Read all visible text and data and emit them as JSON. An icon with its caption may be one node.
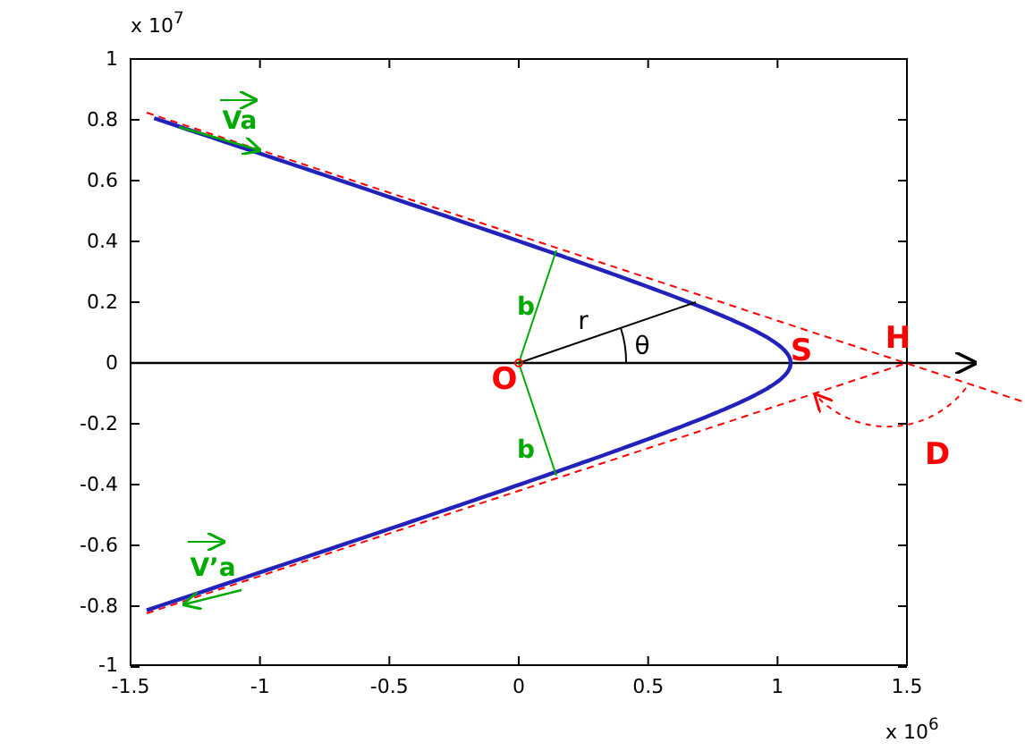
{
  "diagram": {
    "labels": [
      "x 10$^{7}$",
      "1",
      "0.8",
      "0.6",
      "0.4",
      "0.2",
      "Va",
      "b",
      "r",
      "θ",
      "0",
      "O",
      "S",
      "H",
      "-0.2",
      "b",
      "D",
      "-0.4",
      "-0.6",
      "V’a",
      "-0.8",
      "-1",
      "-1.5",
      "-1",
      "-0.5",
      "0",
      "0.5",
      "1",
      "1.5",
      "x 10$^{6}$"
    ]
  }
}
